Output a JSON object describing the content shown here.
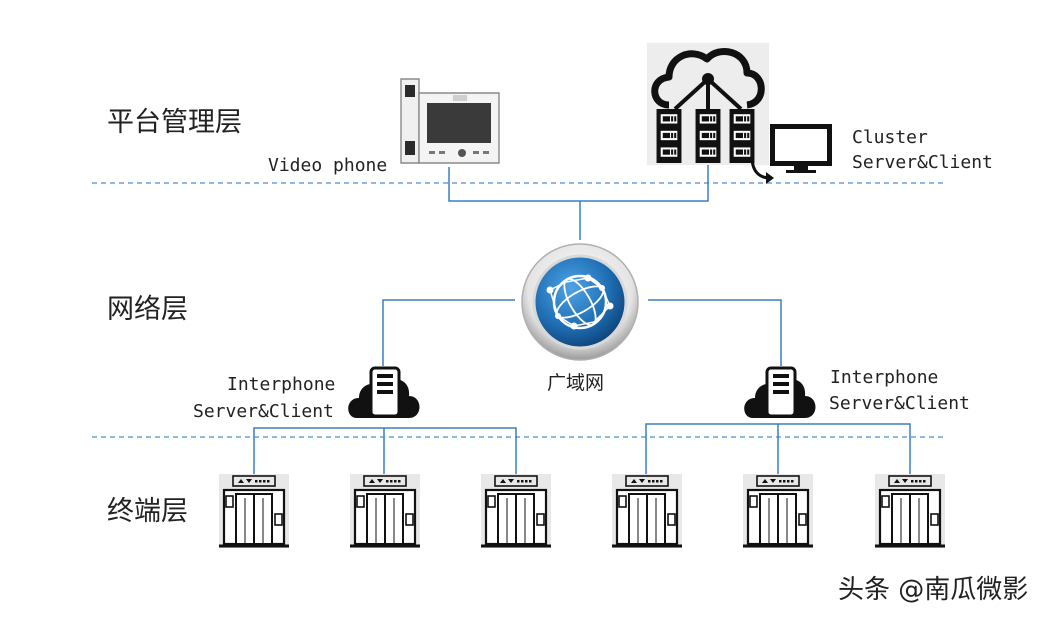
{
  "layers": {
    "platform": "平台管理层",
    "network": "网络层",
    "terminal": "终端层"
  },
  "nodes": {
    "video_phone": "Video phone",
    "cluster_line1": "Cluster",
    "cluster_line2": "Server&Client",
    "wan": "广域网",
    "interphone_left_line1": "Interphone",
    "interphone_left_line2": "Server&Client",
    "interphone_right_line1": "Interphone",
    "interphone_right_line2": "Server&Client"
  },
  "elevators": [
    "elevator-1",
    "elevator-2",
    "elevator-3",
    "elevator-4",
    "elevator-5",
    "elevator-6"
  ],
  "watermark": "头条 @南瓜微影",
  "colors": {
    "link": "#3a7ec4",
    "divider": "#4a8fd0",
    "globe": "#1f6fb5",
    "icon": "#111111"
  }
}
